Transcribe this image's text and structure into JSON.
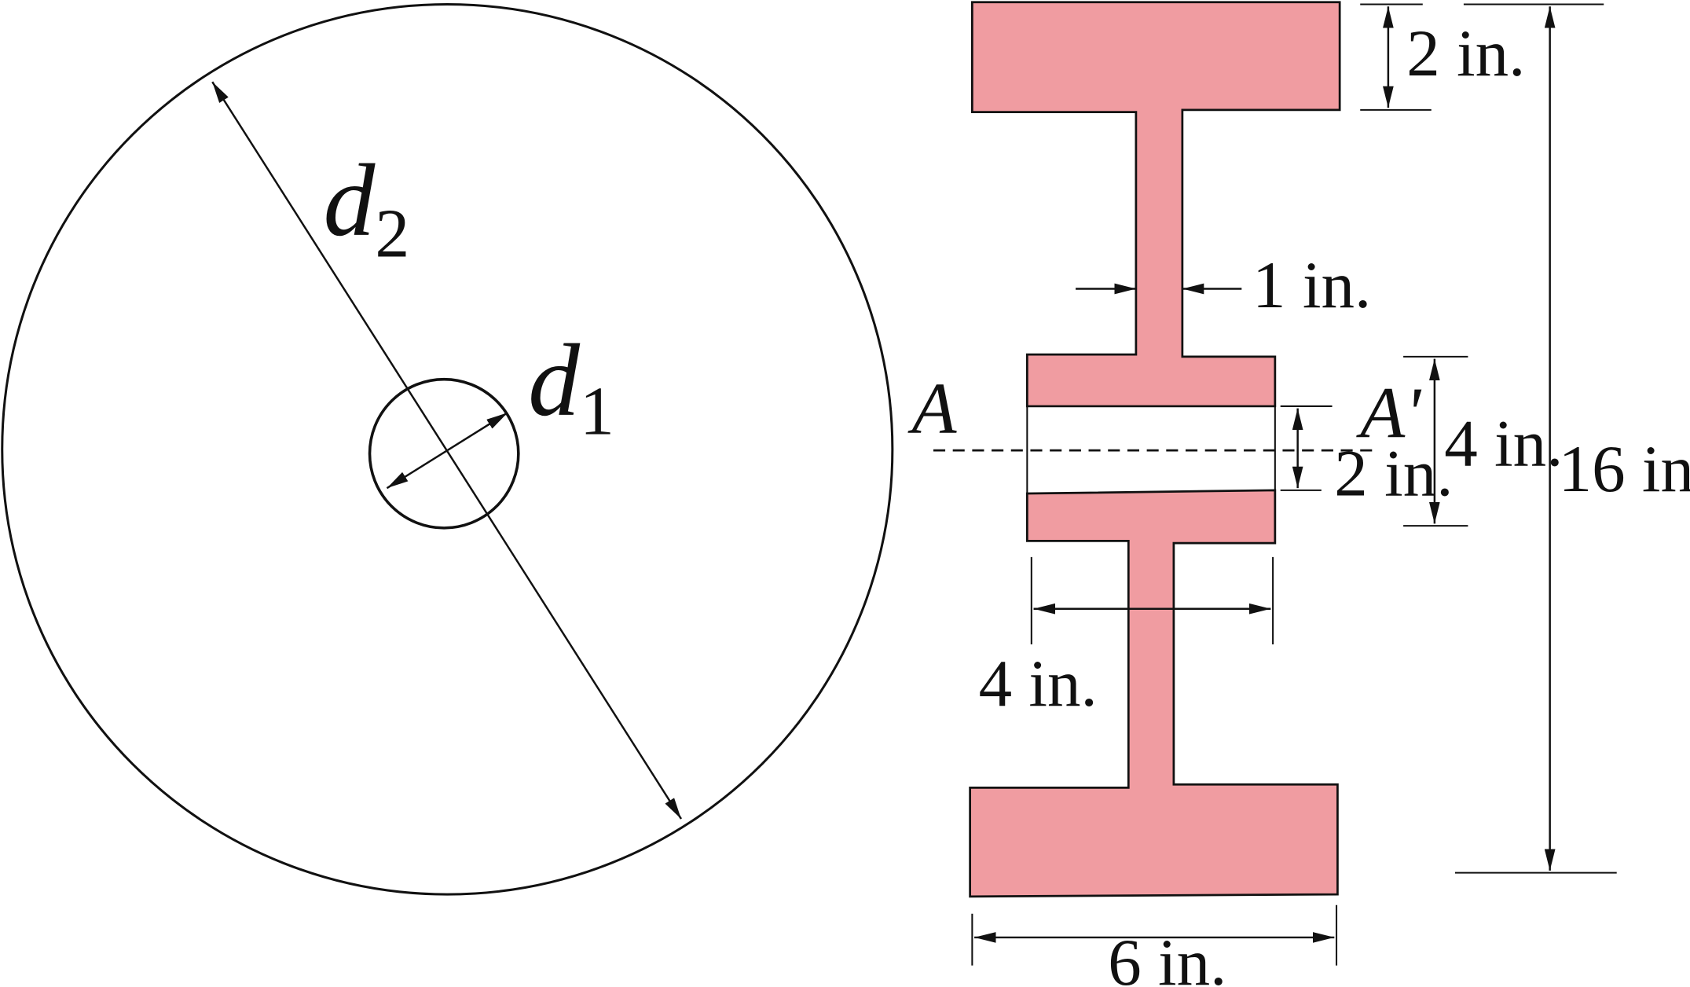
{
  "colors": {
    "section_fill": "#f09ca1",
    "stroke": "#111111",
    "background": "#ffffff"
  },
  "circle": {
    "outer_label": {
      "var": "d",
      "sub": "2"
    },
    "inner_label": {
      "var": "d",
      "sub": "1"
    }
  },
  "section": {
    "section_line_left": "A",
    "section_line_right": "A'",
    "dimensions": {
      "flange_thickness": "2 in.",
      "web_thickness": "1 in.",
      "hub_height": "4 in.",
      "gap_height": "2 in.",
      "total_height": "16 in.",
      "hub_width": "4 in.",
      "flange_width": "6 in."
    }
  }
}
